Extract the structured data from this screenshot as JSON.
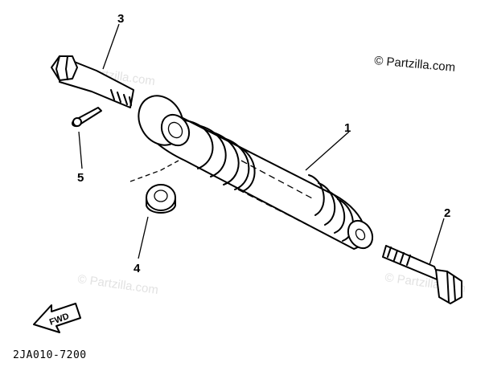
{
  "copyright": "© Partzilla.com",
  "watermark": "© Partzilla.com",
  "part_code": "2JA010-7200",
  "direction_label": "FWD",
  "callouts": [
    {
      "id": "1",
      "part": "shock-absorber"
    },
    {
      "id": "2",
      "part": "lower-bolt"
    },
    {
      "id": "3",
      "part": "upper-bolt"
    },
    {
      "id": "4",
      "part": "collar"
    },
    {
      "id": "5",
      "part": "cotter-pin"
    }
  ],
  "colors": {
    "ink": "#000000",
    "watermark": "#e2e2e2",
    "background": "#ffffff"
  }
}
